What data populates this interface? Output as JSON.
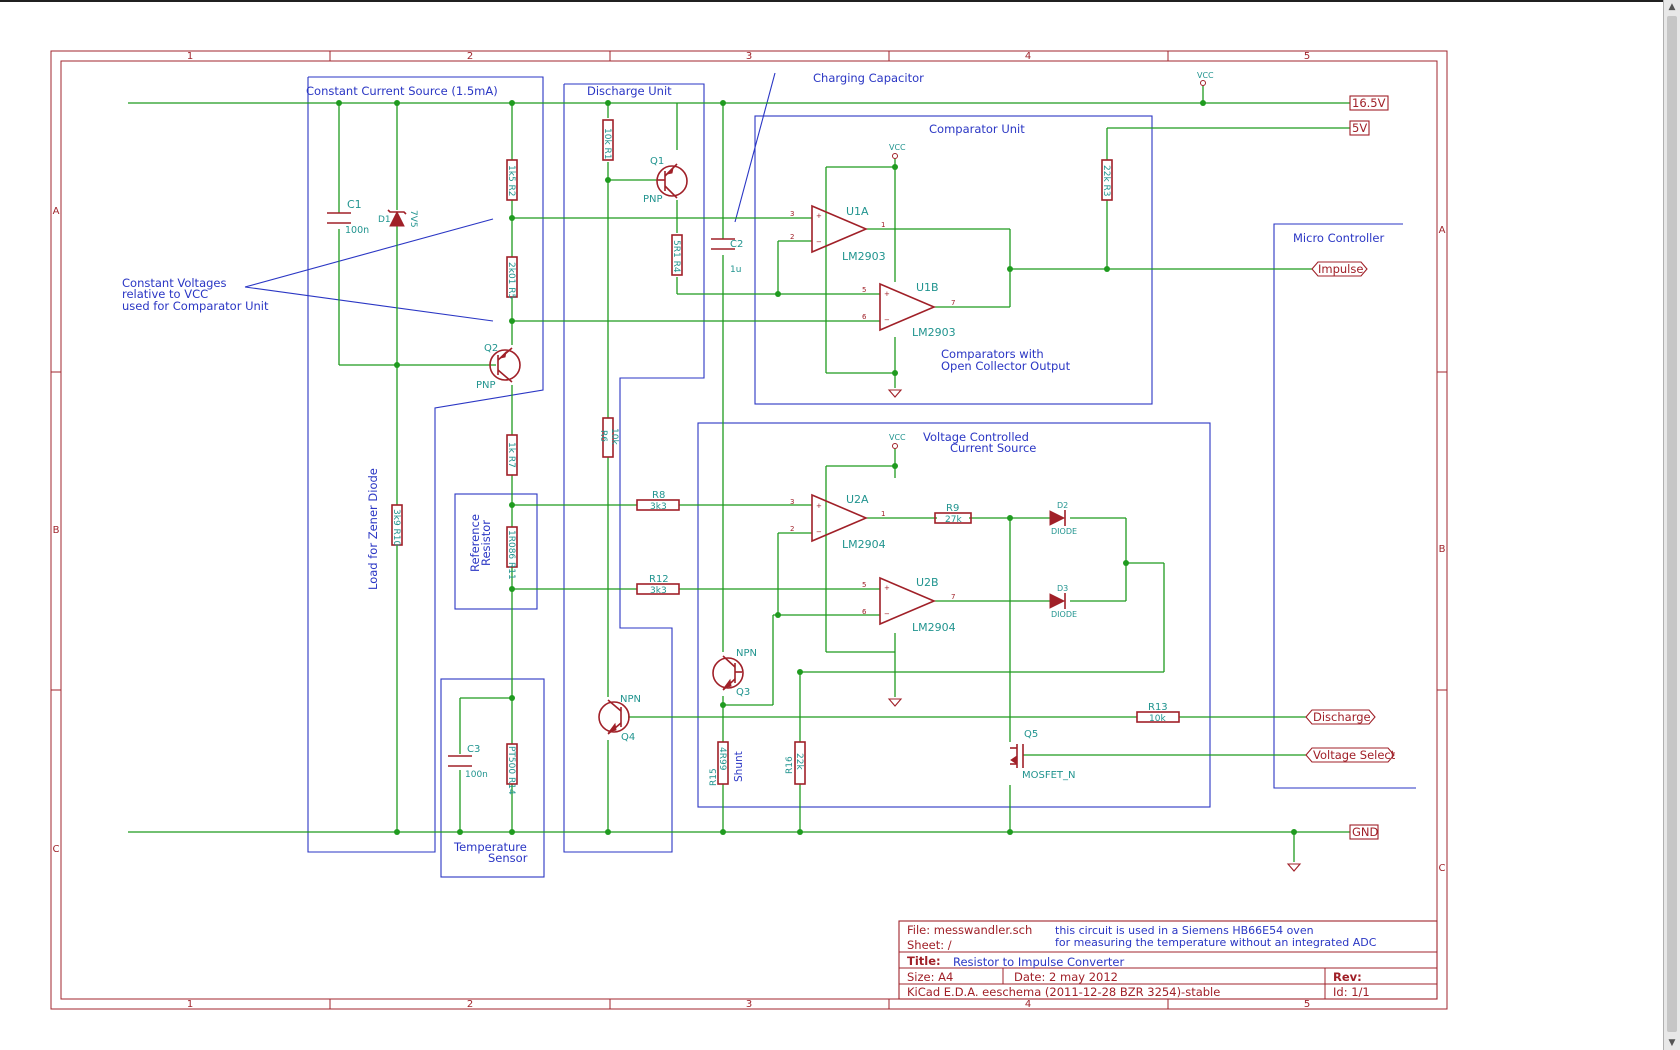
{
  "colors": {
    "frame": "#a0252c",
    "wire": "#1f9b1f",
    "label": "#2a36c4",
    "component": "#a02028",
    "ref": "#21948f",
    "junction": "#1f9b1f"
  },
  "frame": {
    "columns": [
      "1",
      "2",
      "3",
      "4",
      "5"
    ],
    "rows": [
      "A",
      "B",
      "C"
    ]
  },
  "annotations": {
    "constant_current": "Constant Current Source (1.5mA)",
    "discharge_unit": "Discharge Unit",
    "charging_capacitor": "Charging Capacitor",
    "comparator_unit": "Comparator Unit",
    "micro_controller": "Micro Controller",
    "constant_voltages_l1": "Constant Voltages",
    "constant_voltages_l2": "relative to VCC",
    "constant_voltages_l3": "used for Comparator Unit",
    "comparators_l1": "Comparators with",
    "comparators_l2": "Open Collector Output",
    "vccs_l1": "Voltage Controlled",
    "vccs_l2": "Current Source",
    "load_zener": "Load for Zener Diode",
    "ref_resistor_l1": "Reference",
    "ref_resistor_l2": "Resistor",
    "temp_sensor_l1": "Temperature",
    "temp_sensor_l2": "Sensor"
  },
  "nets": {
    "v16_5": "16.5V",
    "v5": "5V",
    "impulse": "Impulse",
    "discharge": "Discharge",
    "voltage_select": "Voltage Select",
    "gnd": "GND",
    "vcc": "VCC"
  },
  "components": {
    "c1": {
      "ref": "C1",
      "value": "100n"
    },
    "d1": {
      "ref": "D1",
      "value": "7V5"
    },
    "r2": {
      "ref": "R2",
      "value": "1k5"
    },
    "r5": {
      "ref": "R5",
      "value": "2k01"
    },
    "q2": {
      "ref": "Q2",
      "value": "PNP"
    },
    "r7": {
      "ref": "R7",
      "value": "1k"
    },
    "r10": {
      "ref": "R10",
      "value": "3k9"
    },
    "r11": {
      "ref": "R11",
      "value": "1R086"
    },
    "r1": {
      "ref": "R1",
      "value": "10k"
    },
    "q1": {
      "ref": "Q1",
      "value": "PNP"
    },
    "r4": {
      "ref": "R4",
      "value": "5R1"
    },
    "c2": {
      "ref": "C2",
      "value": "1u"
    },
    "r6": {
      "ref": "R6",
      "value": "10k"
    },
    "r3": {
      "ref": "R3",
      "value": "22k"
    },
    "u1a": {
      "ref": "U1A",
      "value": "LM2903"
    },
    "u1b": {
      "ref": "U1B",
      "value": "LM2903"
    },
    "r8": {
      "ref": "R8",
      "value": "3k3"
    },
    "r12": {
      "ref": "R12",
      "value": "3k3"
    },
    "u2a": {
      "ref": "U2A",
      "value": "LM2904"
    },
    "u2b": {
      "ref": "U2B",
      "value": "LM2904"
    },
    "r9": {
      "ref": "R9",
      "value": "27k"
    },
    "d2": {
      "ref": "D2",
      "value": "DIODE"
    },
    "d3": {
      "ref": "D3",
      "value": "DIODE"
    },
    "q3": {
      "ref": "Q3",
      "value": "NPN"
    },
    "q4": {
      "ref": "Q4",
      "value": "NPN"
    },
    "c3": {
      "ref": "C3",
      "value": "100n"
    },
    "r14": {
      "ref": "R14",
      "value": "PT500"
    },
    "r15": {
      "ref": "R15",
      "value": "4R99"
    },
    "shunt": "Shunt",
    "r16": {
      "ref": "R16",
      "value": "22k"
    },
    "r13": {
      "ref": "R13",
      "value": "10k"
    },
    "q5": {
      "ref": "Q5",
      "value": "MOSFET_N"
    }
  },
  "title_block": {
    "file": "File: messwandler.sch",
    "sheet": "Sheet: /",
    "comment_l1": "this circuit is used in a Siemens HB66E54 oven",
    "comment_l2": "for measuring the temperature without an integrated ADC",
    "title_label": "Title:",
    "title": "Resistor to Impulse Converter",
    "size": "Size: A4",
    "date": "Date: 2 may 2012",
    "rev_label": "Rev:",
    "tool": "KiCad E.D.A.  eeschema (2011-12-28 BZR 3254)-stable",
    "id": "Id: 1/1"
  }
}
